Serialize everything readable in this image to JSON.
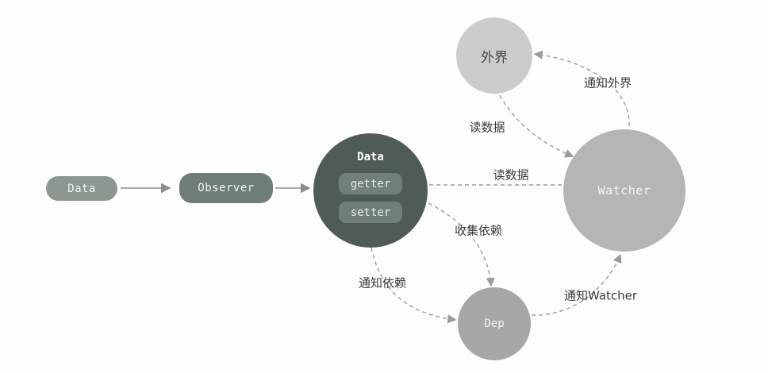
{
  "diagram": {
    "nodes": {
      "data_pill": "Data",
      "observer": "Observer",
      "data_circle_title": "Data",
      "getter": "getter",
      "setter": "setter",
      "outside": "外界",
      "watcher": "Watcher",
      "dep": "Dep"
    },
    "edges": {
      "notify_outside": "通知外界",
      "read_data_top": "读数据",
      "read_data_mid": "读数据",
      "collect_deps": "收集依赖",
      "notify_deps": "通知依赖",
      "notify_watcher": "通知Watcher"
    },
    "colors": {
      "pill_light": "#8d968f",
      "pill_dark": "#6e7e76",
      "circle_dark": "#4f5b55",
      "inner_pill": "#707f78",
      "outside_circle": "#cccccc",
      "watcher_circle": "#b5b5b5",
      "dep_circle": "#a7a7a7",
      "solid_arrow": "#8d8d8d",
      "dashed_arrow": "#9b9b9b",
      "label_text": "#3b3b3b"
    }
  }
}
